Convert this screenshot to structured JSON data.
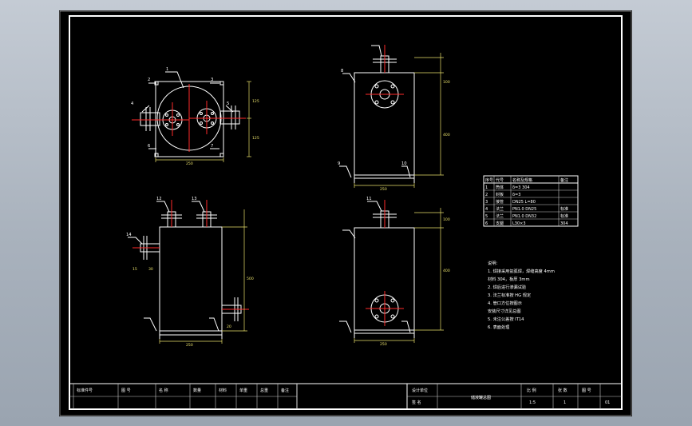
{
  "drawing": {
    "background": "#000000",
    "line_color": "#ffffff",
    "dim_color": "#e8e06a",
    "center_color": "#ff2a2a",
    "callouts": {
      "top_left_a": "1",
      "top_left_b": "2",
      "top_left_c": "3",
      "top_left_d": "4",
      "top_left_e": "5",
      "top_left_f": "6",
      "top_left_g": "7",
      "top_right_a": "8",
      "top_right_b": "9",
      "top_right_c": "10",
      "bottom_right_a": "11",
      "bottom_left_a": "12",
      "bottom_left_b": "13",
      "bottom_left_c": "14"
    },
    "dimensions": {
      "plan_width": "250",
      "plan_side_a": "125",
      "plan_side_b": "125",
      "elev_width_tr": "250",
      "elev_height_tr_a": "100",
      "elev_height_tr_b": "400",
      "elev_width_bl": "250",
      "elev_height_bl": "500",
      "elev_side_bl_a": "15",
      "elev_side_bl_b": "30",
      "elev_side_bl_c": "20",
      "elev_width_br": "250",
      "elev_height_br": "400",
      "elev_height_br_top": "100"
    },
    "notes": {
      "title": "说明：",
      "lines": [
        "1. 焊接采用氩弧焊，焊缝高度 4mm",
        "   材料 304，板厚 3mm",
        "2. 焊后进行渗漏试验",
        "3. 法兰标准按 HG 规定",
        "4. 管口方位按图示",
        "   安装尺寸详见总图",
        "5. 未注公差按 IT14",
        "6. 表面处理"
      ]
    },
    "parts_table": {
      "headers": [
        "序号",
        "代号",
        "名称及规格",
        "备注"
      ],
      "rows": [
        [
          "1",
          "筒体",
          "δ=3 304",
          ""
        ],
        [
          "2",
          "封板",
          "δ=3",
          ""
        ],
        [
          "3",
          "接管",
          "DN25 L=80",
          ""
        ],
        [
          "4",
          "法兰",
          "PN1.0 DN25",
          "标准"
        ],
        [
          "5",
          "法兰",
          "PN1.0 DN32",
          "标准"
        ],
        [
          "6",
          "支腿",
          "L30×3",
          "304"
        ]
      ]
    },
    "title_block": {
      "left_cells": [
        "标准件号",
        "图 号",
        "名 称",
        "数量",
        "材料",
        "单重",
        "总重",
        "备注"
      ],
      "project_label": "设计单位",
      "drawing_name": "储液罐总图",
      "role_label": "签 名",
      "scale_label": "比 例",
      "scale_value": "1:5",
      "sheet_label": "张 数",
      "sheet_value": "1",
      "code_label": "图 号",
      "code_value": "01"
    }
  }
}
